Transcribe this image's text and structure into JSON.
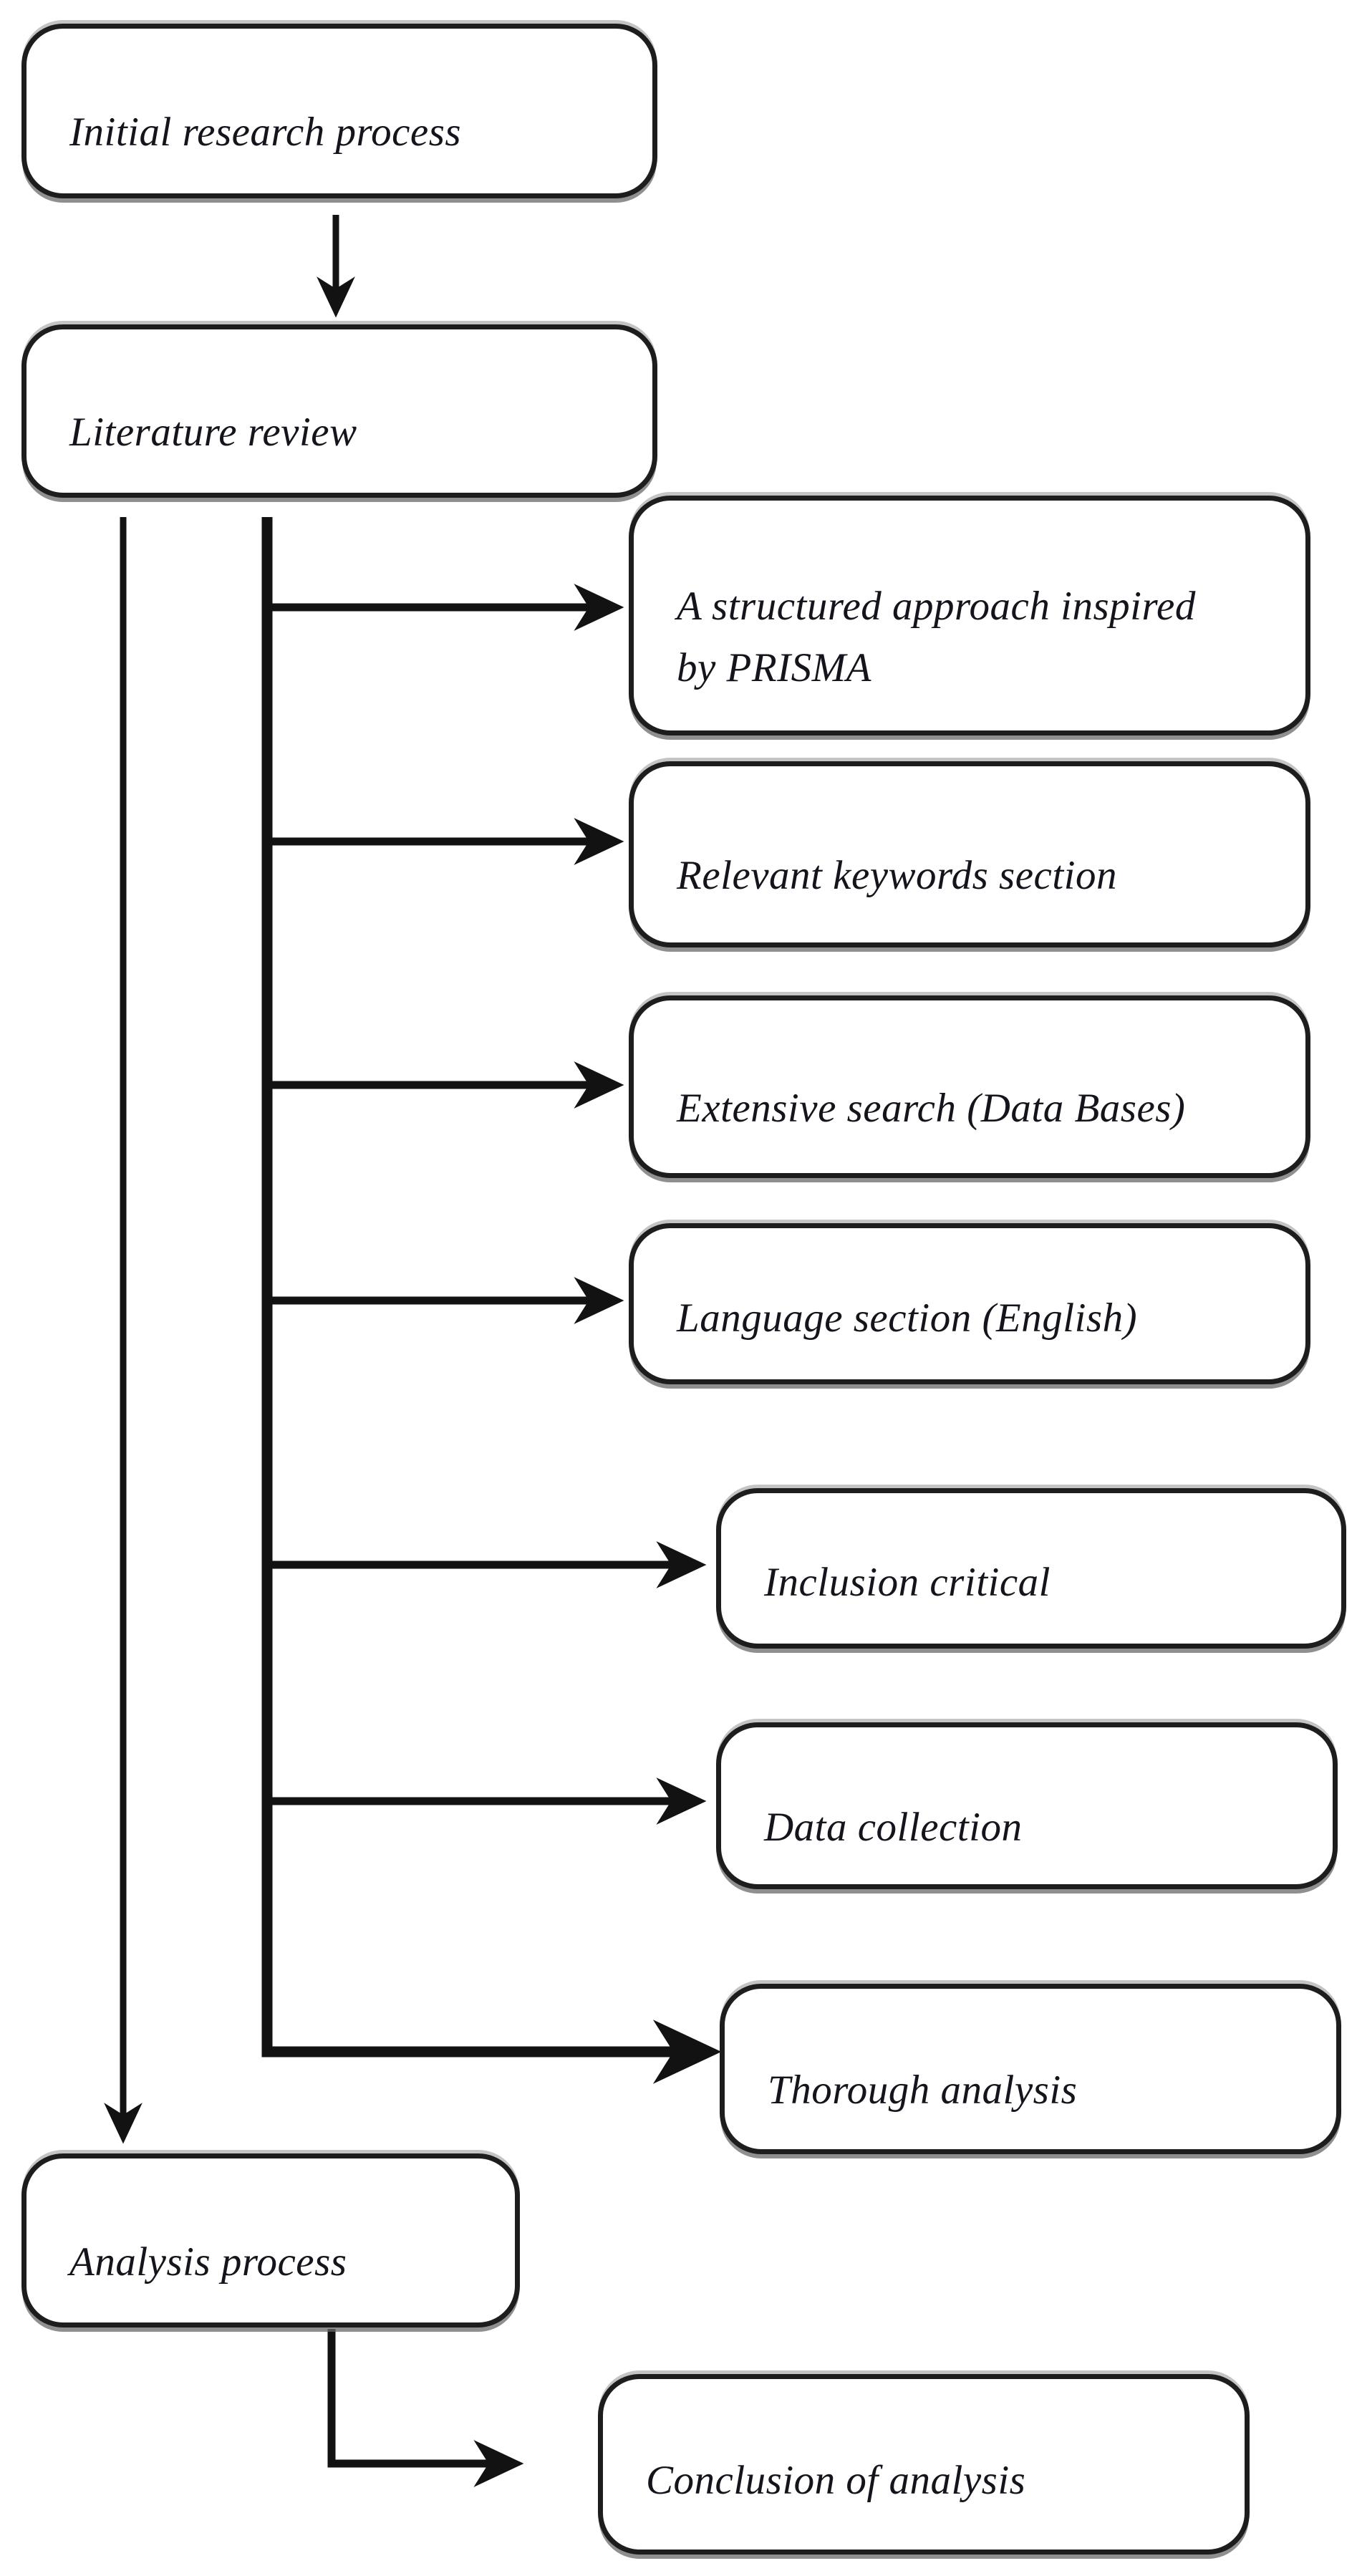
{
  "diagram": {
    "type": "flowchart",
    "title": "Literature review research process flowchart",
    "colors": {
      "background": "#ffffff",
      "box_fill": "#ffffff",
      "box_border": "#1d1d1d",
      "line": "#121212",
      "text": "#14141c",
      "shadow": "#696969"
    },
    "nodes": [
      {
        "id": "initial-research",
        "label": "Initial research process"
      },
      {
        "id": "literature-review",
        "label": "Literature review"
      },
      {
        "id": "prisma",
        "label": "A structured approach inspired\nby PRISMA"
      },
      {
        "id": "keywords",
        "label": "Relevant keywords section"
      },
      {
        "id": "extensive-search",
        "label": "Extensive search (Data Bases)"
      },
      {
        "id": "language",
        "label": "Language section (English)"
      },
      {
        "id": "inclusion",
        "label": "Inclusion critical"
      },
      {
        "id": "data-collection",
        "label": "Data collection"
      },
      {
        "id": "thorough-analysis",
        "label": "Thorough analysis"
      },
      {
        "id": "analysis-process",
        "label": "Analysis process"
      },
      {
        "id": "conclusion",
        "label": "Conclusion of analysis"
      }
    ],
    "edges": [
      {
        "from": "initial-research",
        "to": "literature-review",
        "style": "thin-arrow"
      },
      {
        "from": "literature-review",
        "to": "prisma",
        "style": "branch-arrow"
      },
      {
        "from": "literature-review",
        "to": "keywords",
        "style": "branch-arrow"
      },
      {
        "from": "literature-review",
        "to": "extensive-search",
        "style": "branch-arrow"
      },
      {
        "from": "literature-review",
        "to": "language",
        "style": "branch-arrow"
      },
      {
        "from": "literature-review",
        "to": "inclusion",
        "style": "branch-arrow"
      },
      {
        "from": "literature-review",
        "to": "data-collection",
        "style": "branch-arrow"
      },
      {
        "from": "literature-review",
        "to": "thorough-analysis",
        "style": "thick-elbow-arrow"
      },
      {
        "from": "literature-review",
        "to": "analysis-process",
        "style": "long-thin-arrow"
      },
      {
        "from": "analysis-process",
        "to": "conclusion",
        "style": "elbow-arrow"
      }
    ]
  }
}
